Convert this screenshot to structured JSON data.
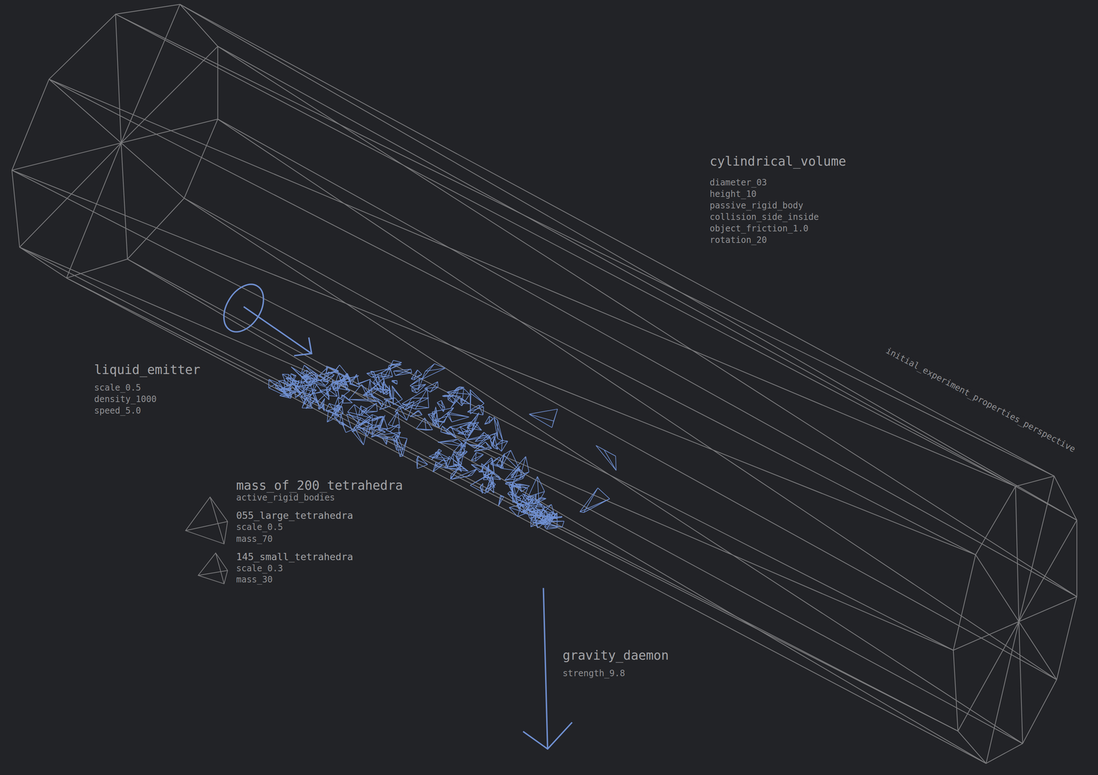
{
  "diagram": {
    "labels": [
      "cylindrical_volume",
      "diameter_03",
      "height_10",
      "passive_rigid_body",
      "collision_side_inside",
      "object_friction_1.0",
      "rotation_20",
      "initial_experiment_properties_perspective",
      "liquid_emitter",
      "scale_0.5",
      "density_1000",
      "speed_5.0",
      "mass_of_200_tetrahedra",
      "active_rigid_bodies",
      "055_large_tetrahedra",
      "scale_0.5",
      "mass_70",
      "145_small_tetrahedra",
      "scale_0.3",
      "mass_30",
      "gravity_daemon",
      "strength_9.8"
    ]
  }
}
